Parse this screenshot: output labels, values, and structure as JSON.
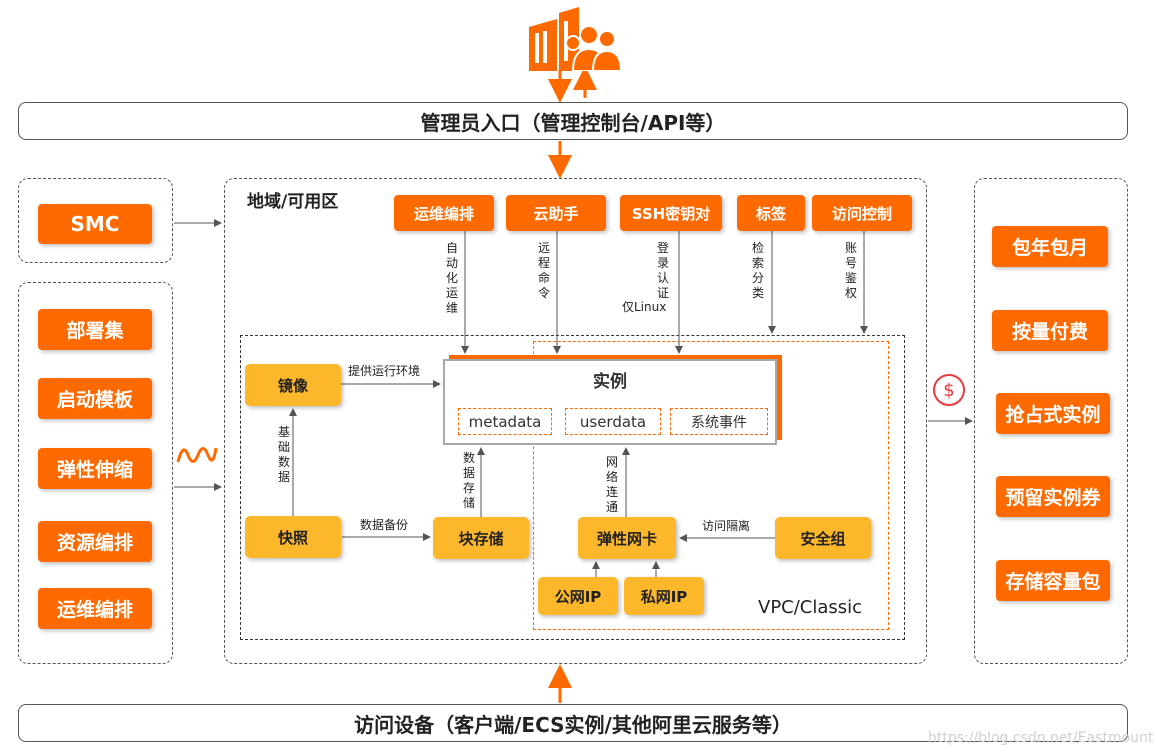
{
  "admin_entry": "管理员入口（管理控制台/API等）",
  "access_device": "访问设备（客户端/ECS实例/其他阿里云服务等）",
  "region_title": "地域/可用区",
  "smc": "SMC",
  "left_items": [
    "部署集",
    "启动模板",
    "弹性伸缩",
    "资源编排",
    "运维编排"
  ],
  "top_services": [
    {
      "label": "运维编排",
      "note": "自动化运维"
    },
    {
      "label": "云助手",
      "note": "远程命令"
    },
    {
      "label": "SSH密钥对",
      "note": "登录认证",
      "note2": "仅Linux"
    },
    {
      "label": "标签",
      "note": "检索分类"
    },
    {
      "label": "访问控制",
      "note": "账号鉴权"
    }
  ],
  "instance": {
    "title": "实例",
    "items": [
      "metadata",
      "userdata",
      "系统事件"
    ]
  },
  "image": "镜像",
  "image_note": "提供运行环境",
  "snapshot": "快照",
  "snapshot_note": "基础数据",
  "block_storage": "块存储",
  "backup_note": "数据备份",
  "storage_note": "数据存储",
  "eni": "弹性网卡",
  "eni_note": "网络连通",
  "security_group": "安全组",
  "isolation_note": "访问隔离",
  "public_ip": "公网IP",
  "private_ip": "私网IP",
  "vpc_label": "VPC/Classic",
  "billing": [
    "包年包月",
    "按量付费",
    "抢占式实例",
    "预留实例券",
    "存储容量包"
  ],
  "billing_icon": "$",
  "watermark": "https://blog.csdn.net/Eastmount",
  "colors": {
    "orange": "#ff6a00",
    "yellow": "#fdb72a"
  }
}
